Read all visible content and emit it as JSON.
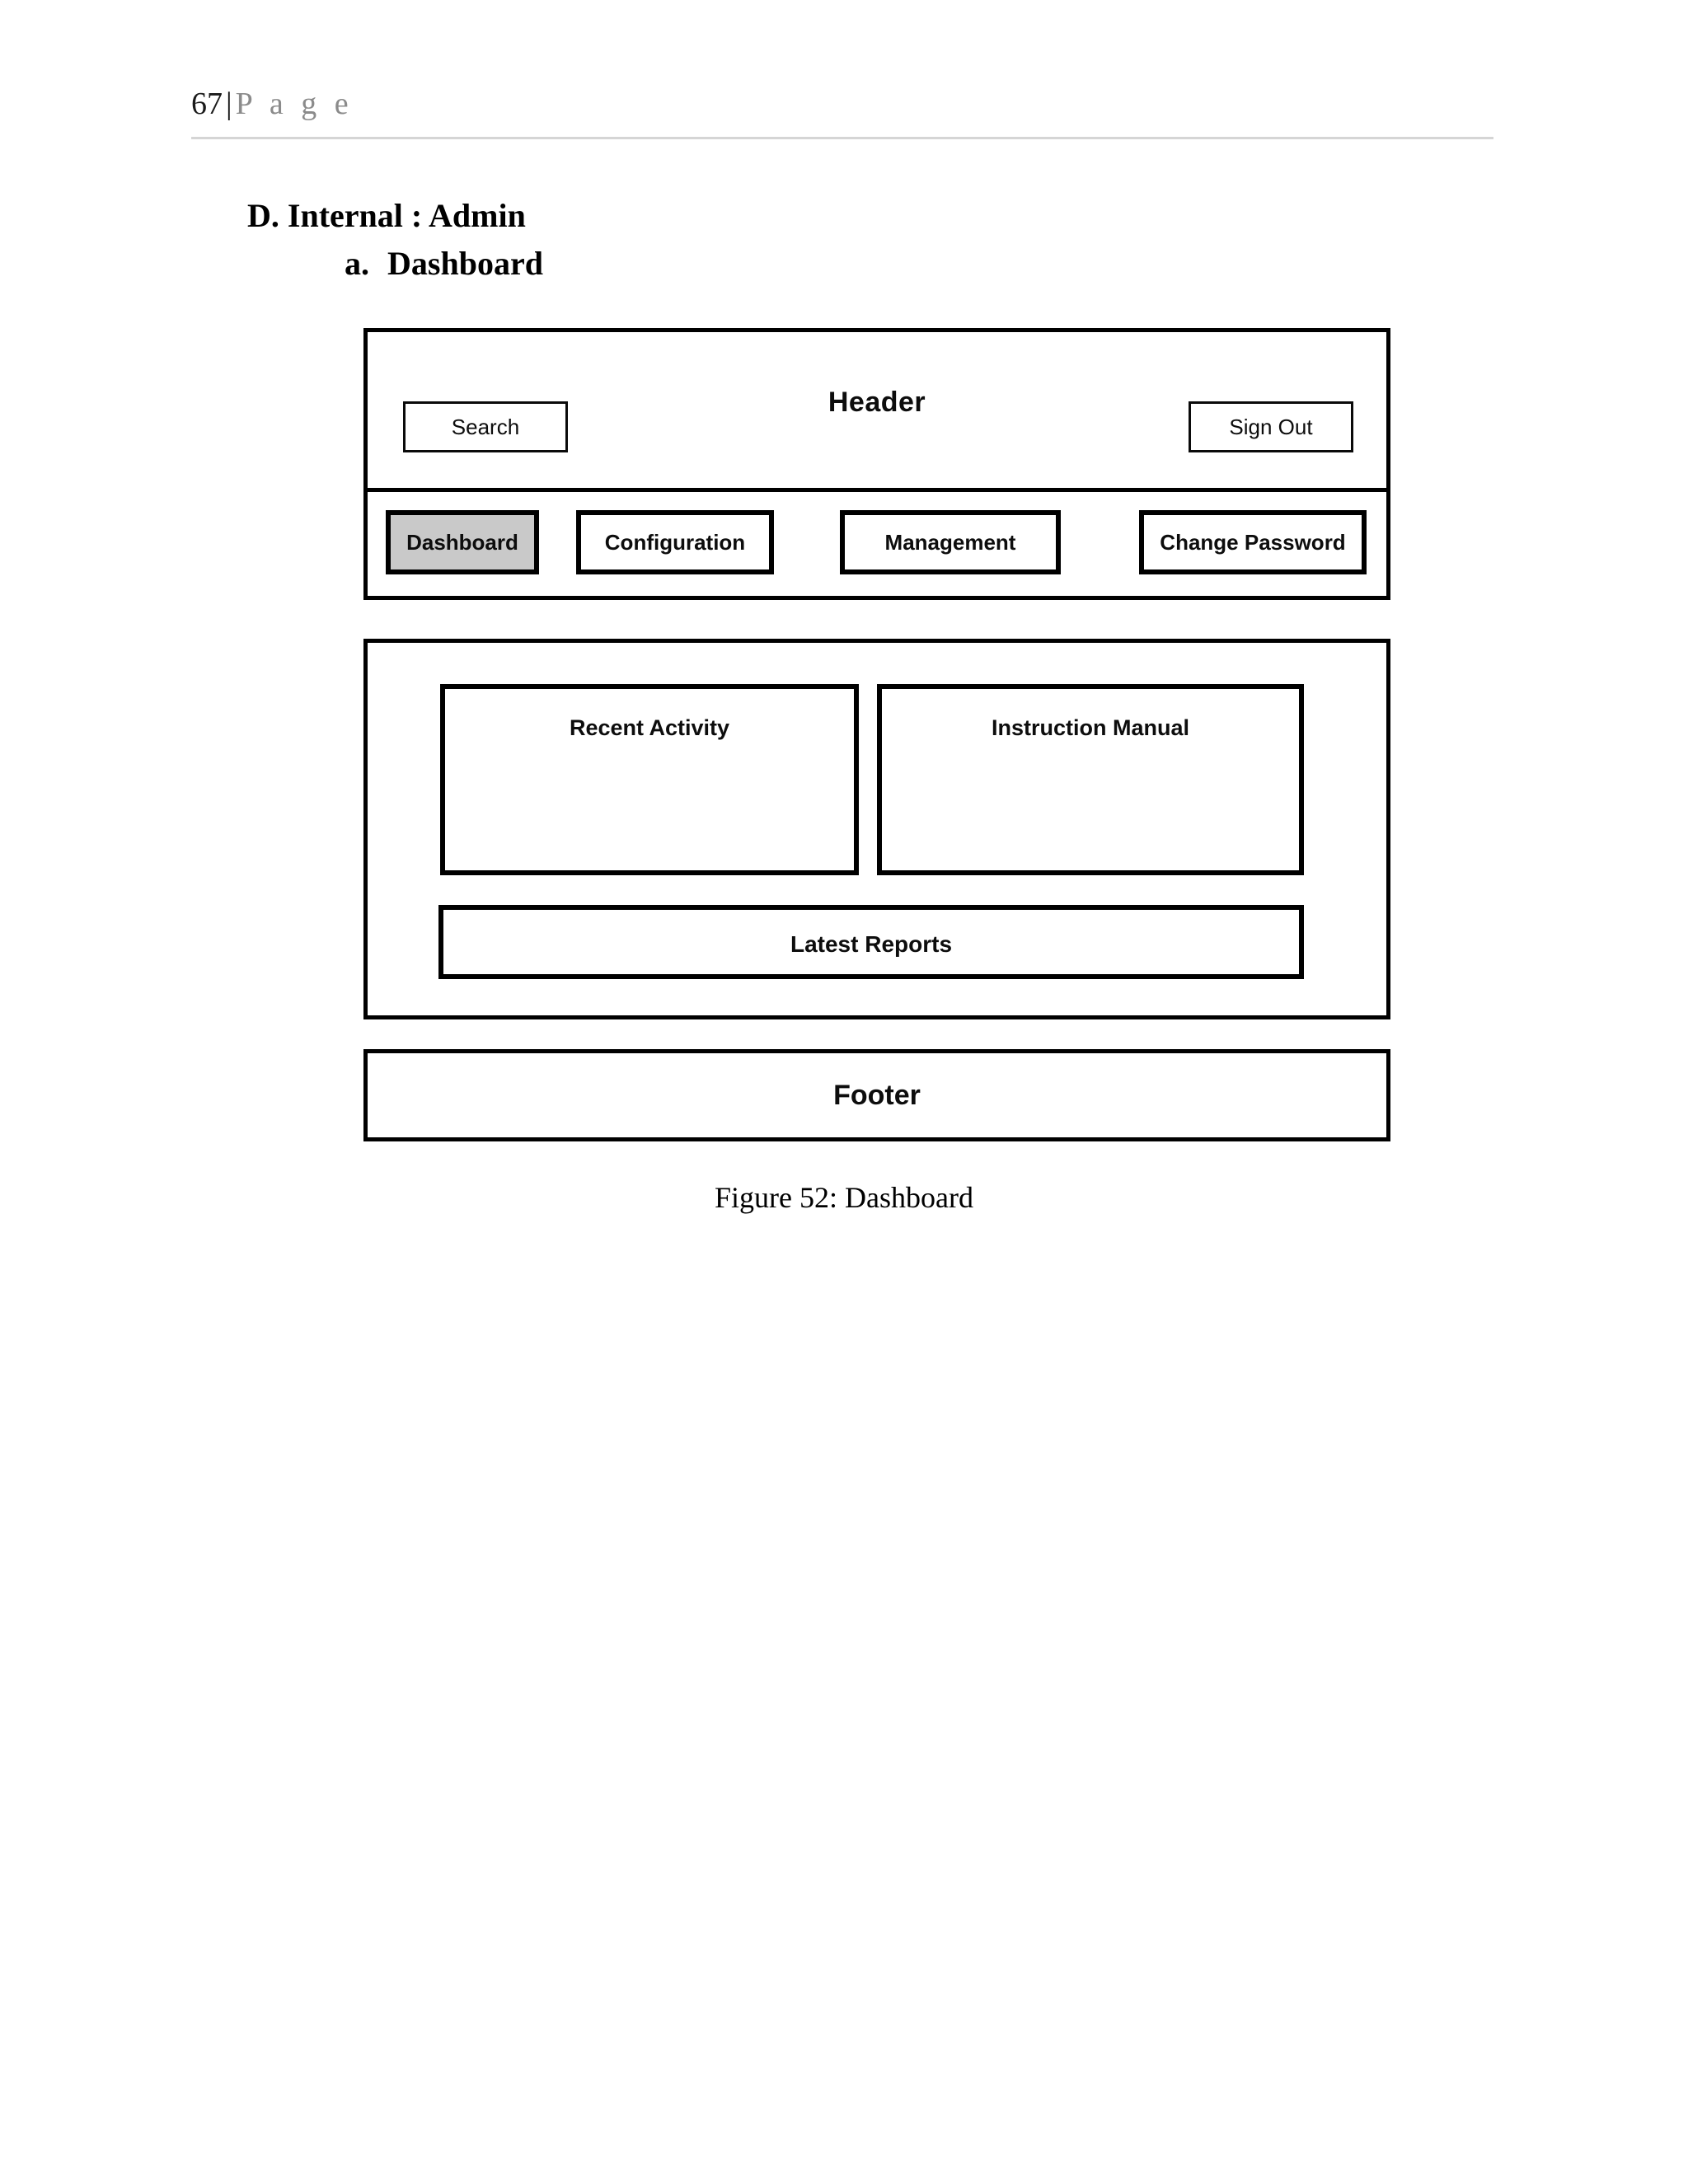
{
  "page": {
    "number": "67",
    "separator": "|",
    "word": "P a g e"
  },
  "headings": {
    "section": "D. Internal : Admin",
    "sub_marker": "a.",
    "sub_title": "Dashboard"
  },
  "wireframe": {
    "header": {
      "title": "Header",
      "search_label": "Search",
      "signout_label": "Sign Out"
    },
    "nav": {
      "tabs": [
        {
          "label": "Dashboard",
          "active": true
        },
        {
          "label": "Configuration",
          "active": false
        },
        {
          "label": "Management",
          "active": false
        },
        {
          "label": "Change Password",
          "active": false
        }
      ]
    },
    "content": {
      "panels": [
        {
          "label": "Recent Activity"
        },
        {
          "label": "Instruction Manual"
        },
        {
          "label": "Latest Reports"
        }
      ]
    },
    "footer": {
      "label": "Footer"
    },
    "colors": {
      "border": "#000000",
      "active_tab_fill": "#c9c9c9",
      "page_rule": "#d5d5d5",
      "page_word": "#8b8b8b"
    }
  },
  "caption": "Figure 52: Dashboard"
}
